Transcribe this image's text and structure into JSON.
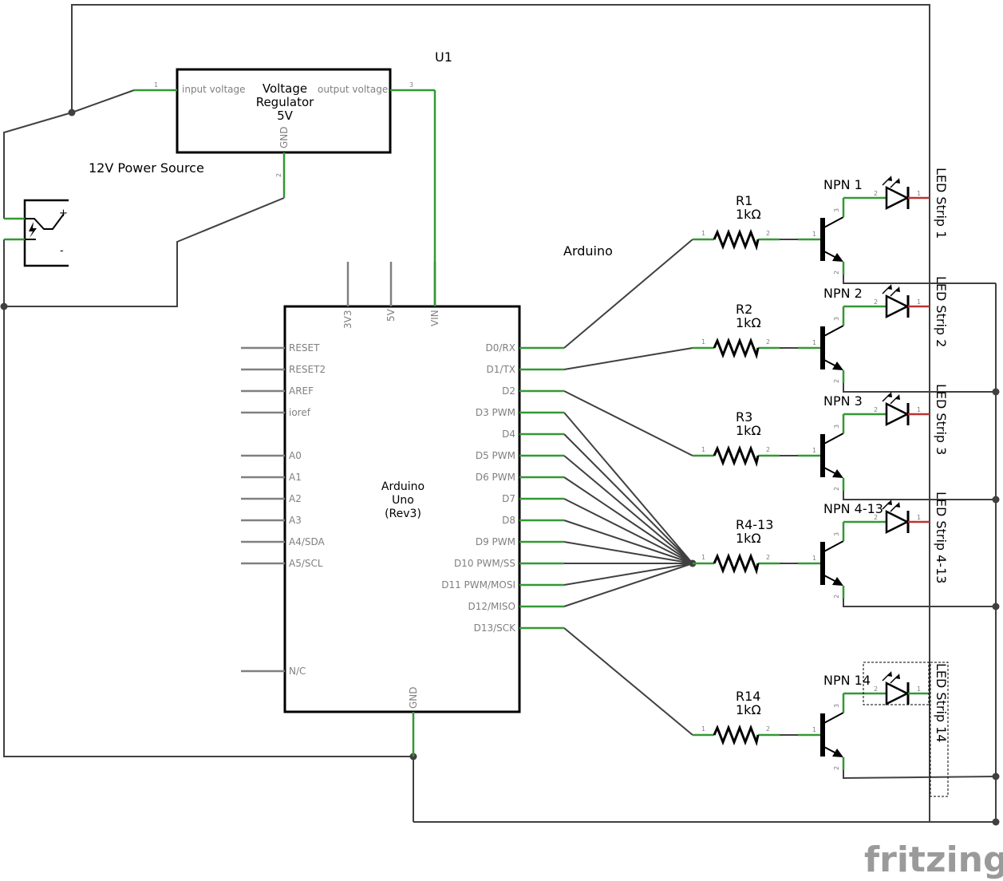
{
  "colors": {
    "wire": "#404040",
    "pin_green": "#339933",
    "pin_red": "#bb3333",
    "pin_gray": "#808080",
    "logo": "#9a9a9a"
  },
  "labels": {
    "u1": "U1",
    "power_source": "12V Power Source",
    "arduino": "Arduino",
    "logo": "fritzing"
  },
  "regulator": {
    "line1": "Voltage",
    "line2": "Regulator",
    "line3": "5V",
    "input": "input voltage",
    "output": "output voltage",
    "gnd": "GND",
    "pin_in": "1",
    "pin_out": "3",
    "pin_gnd": "2"
  },
  "power": {
    "plus": "+",
    "minus": "-"
  },
  "uno": {
    "line1": "Arduino",
    "line2": "Uno",
    "line3": "(Rev3)",
    "top_pins": [
      "3V3",
      "5V",
      "VIN"
    ],
    "gnd": "GND",
    "left_pins": [
      "RESET",
      "RESET2",
      "AREF",
      "ioref",
      "A0",
      "A1",
      "A2",
      "A3",
      "A4/SDA",
      "A5/SCL",
      "N/C"
    ],
    "right_pins": [
      "D0/RX",
      "D1/TX",
      "D2",
      "D3 PWM",
      "D4",
      "D5 PWM",
      "D6 PWM",
      "D7",
      "D8",
      "D9 PWM",
      "D10 PWM/SS",
      "D11 PWM/MOSI",
      "D12/MISO",
      "D13/SCK"
    ]
  },
  "channels": [
    {
      "r_name": "R1",
      "r_val": "1kΩ",
      "npn": "NPN 1",
      "led": "LED Strip 1"
    },
    {
      "r_name": "R2",
      "r_val": "1kΩ",
      "npn": "NPN 2",
      "led": "LED Strip 2"
    },
    {
      "r_name": "R3",
      "r_val": "1kΩ",
      "npn": "NPN 3",
      "led": "LED Strip 3"
    },
    {
      "r_name": "R4-13",
      "r_val": "1kΩ",
      "npn": "NPN 4-13",
      "led": "LED Strip 4-13"
    },
    {
      "r_name": "R14",
      "r_val": "1kΩ",
      "npn": "NPN 14",
      "led": "LED Strip 14"
    }
  ],
  "pin_numbers": {
    "one": "1",
    "two": "2",
    "three": "3"
  }
}
